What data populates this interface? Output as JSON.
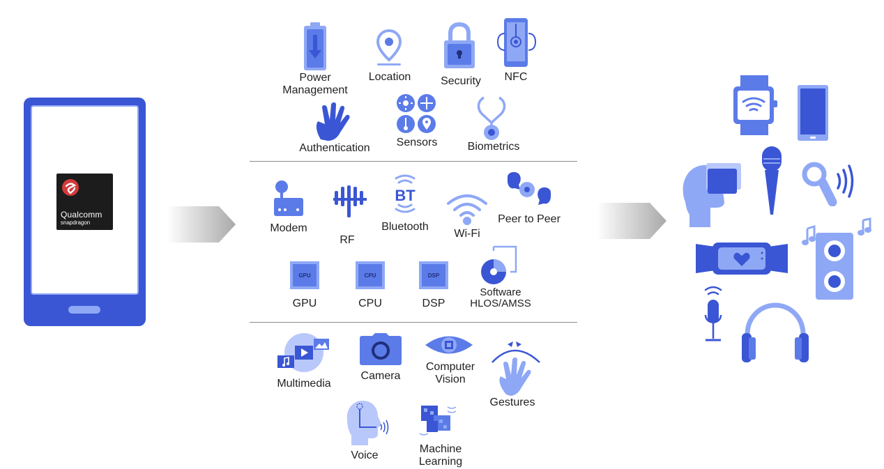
{
  "colors": {
    "dark_blue": "#3a56d4",
    "mid_blue": "#5b7be8",
    "light_blue": "#8fa8f5",
    "pale_blue": "#b9c8fa",
    "text": "#1f1f1f",
    "divider": "#8a8a8a",
    "arrow_gray": "#b5b5b5"
  },
  "phone": {
    "chip_brand": "Qualcomm",
    "chip_model": "snapdragon"
  },
  "sections": {
    "top": {
      "items": [
        {
          "label_lines": [
            "Power",
            "Management"
          ],
          "icon": "battery-icon"
        },
        {
          "label_lines": [
            "Location"
          ],
          "icon": "location-pin-icon"
        },
        {
          "label_lines": [
            "Security"
          ],
          "icon": "padlock-icon"
        },
        {
          "label_lines": [
            "NFC"
          ],
          "icon": "nfc-phone-icon"
        },
        {
          "label_lines": [
            "Authentication"
          ],
          "icon": "hand-icon"
        },
        {
          "label_lines": [
            "Sensors"
          ],
          "icon": "sensors-grid-icon"
        },
        {
          "label_lines": [
            "Biometrics"
          ],
          "icon": "stethoscope-icon"
        }
      ]
    },
    "middle": {
      "items": [
        {
          "label_lines": [
            "Modem"
          ],
          "icon": "modem-icon"
        },
        {
          "label_lines": [
            "RF"
          ],
          "icon": "rf-antenna-icon"
        },
        {
          "label_lines": [
            "Bluetooth"
          ],
          "icon": "bluetooth-icon",
          "badge": "BT"
        },
        {
          "label_lines": [
            "Wi-Fi"
          ],
          "icon": "wifi-icon"
        },
        {
          "label_lines": [
            "Peer to Peer"
          ],
          "icon": "peer-to-peer-icon"
        },
        {
          "label_lines": [
            "GPU"
          ],
          "icon": "gpu-chip-icon",
          "badge": "GPU"
        },
        {
          "label_lines": [
            "CPU"
          ],
          "icon": "cpu-chip-icon",
          "badge": "CPU"
        },
        {
          "label_lines": [
            "DSP"
          ],
          "icon": "dsp-chip-icon",
          "badge": "DSP"
        },
        {
          "label_lines": [
            "Software",
            "HLOS/AMSS"
          ],
          "icon": "software-disc-icon"
        }
      ]
    },
    "bottom": {
      "items": [
        {
          "label_lines": [
            "Multimedia"
          ],
          "icon": "multimedia-icon"
        },
        {
          "label_lines": [
            "Camera"
          ],
          "icon": "camera-icon"
        },
        {
          "label_lines": [
            "Computer",
            "Vision"
          ],
          "icon": "eye-chip-icon"
        },
        {
          "label_lines": [
            "Gestures"
          ],
          "icon": "gesture-hand-icon"
        },
        {
          "label_lines": [
            "Voice"
          ],
          "icon": "voice-head-icon"
        },
        {
          "label_lines": [
            "Machine",
            "Learning"
          ],
          "icon": "machine-learning-icon"
        }
      ]
    }
  },
  "devices": [
    "smartwatch-icon",
    "tablet-icon",
    "vr-headset-icon",
    "microphone-icon",
    "smart-ring-icon",
    "fitness-band-icon",
    "speaker-icon",
    "voice-mic-icon",
    "headphones-icon"
  ]
}
